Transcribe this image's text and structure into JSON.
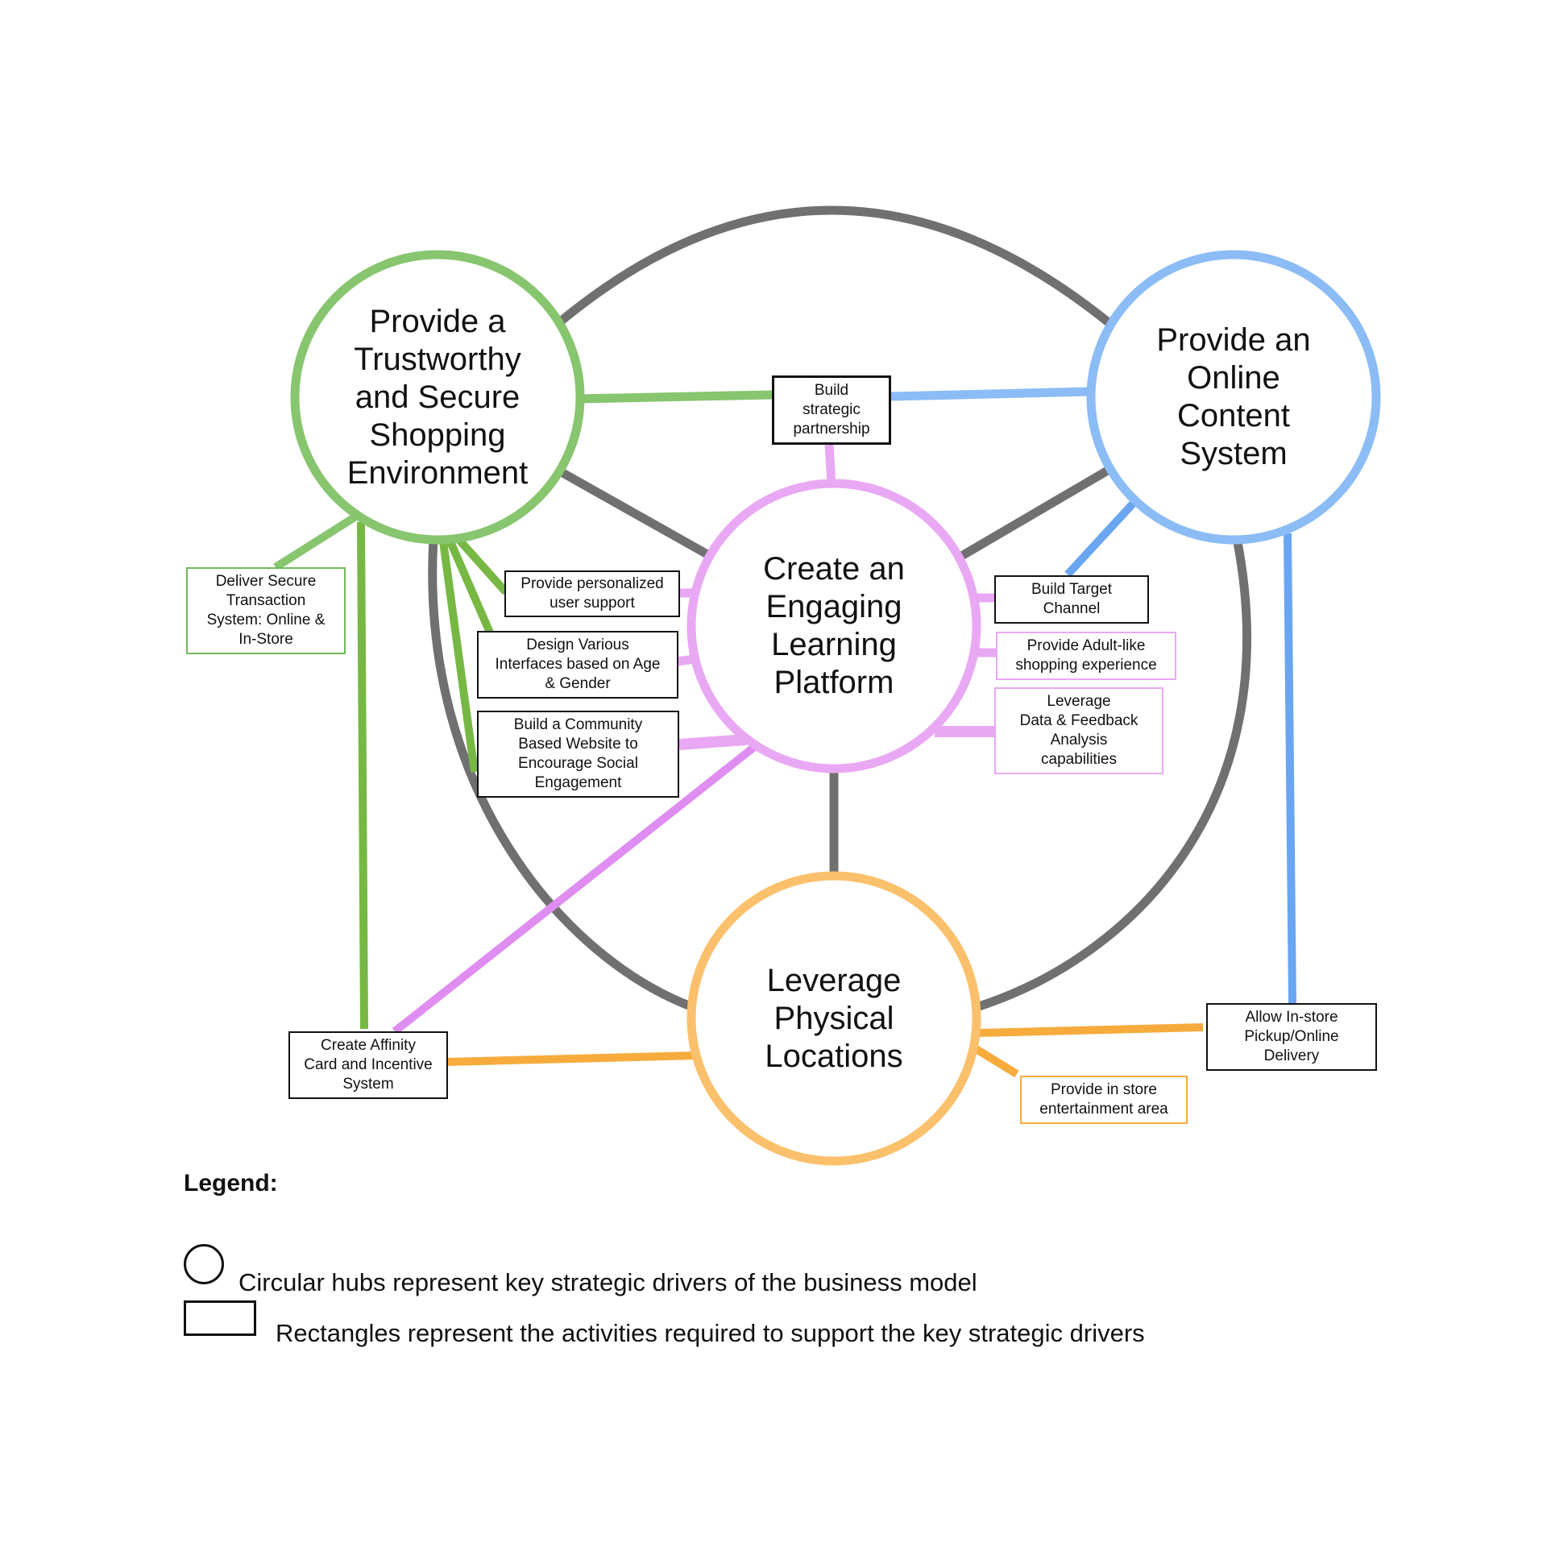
{
  "colors": {
    "gray": "#707070",
    "green": "#87c56e",
    "green_dark": "#76b843",
    "blue": "#8bbcf5",
    "blue_dark": "#6aa5f2",
    "purple": "#e9a8f3",
    "purple_dark": "#df8df1",
    "orange": "#fbc06b",
    "orange_dark": "#f7ab3c",
    "box_black": "#111111",
    "box_green": "#6fba5a",
    "box_purple": "#e9a8f3",
    "box_orange": "#f7ab3c"
  },
  "hubs": {
    "trust": {
      "label": "Provide a\nTrustworthy\nand Secure\nShopping\nEnvironment"
    },
    "content": {
      "label": "Provide an\nOnline\nContent\nSystem"
    },
    "learning": {
      "label": "Create an\nEngaging\nLearning\nPlatform"
    },
    "physical": {
      "label": "Leverage\nPhysical\nLocations"
    }
  },
  "activities": {
    "partnership": "Build\nstrategic\npartnership",
    "secure_transaction": "Deliver Secure\nTransaction\nSystem: Online &\nIn-Store",
    "personalized_support": "Provide personalized\nuser support",
    "interfaces": "Design Various\nInterfaces based on Age\n& Gender",
    "community": "Build a Community\nBased Website to\nEncourage Social\nEngagement",
    "target_channel": "Build Target\nChannel",
    "adult_shopping": "Provide Adult-like\nshopping experience",
    "data_feedback": "Leverage\nData & Feedback\nAnalysis\ncapabilities",
    "affinity_card": "Create Affinity\nCard and Incentive\nSystem",
    "instore_pickup": "Allow In-store\nPickup/Online\nDelivery",
    "entertainment": "Provide in store\nentertainment area"
  },
  "legend": {
    "title": "Legend:",
    "circle_text": "Circular hubs represent key strategic drivers of the business model",
    "rect_text": "Rectangles represent the activities required to support the key strategic drivers"
  }
}
